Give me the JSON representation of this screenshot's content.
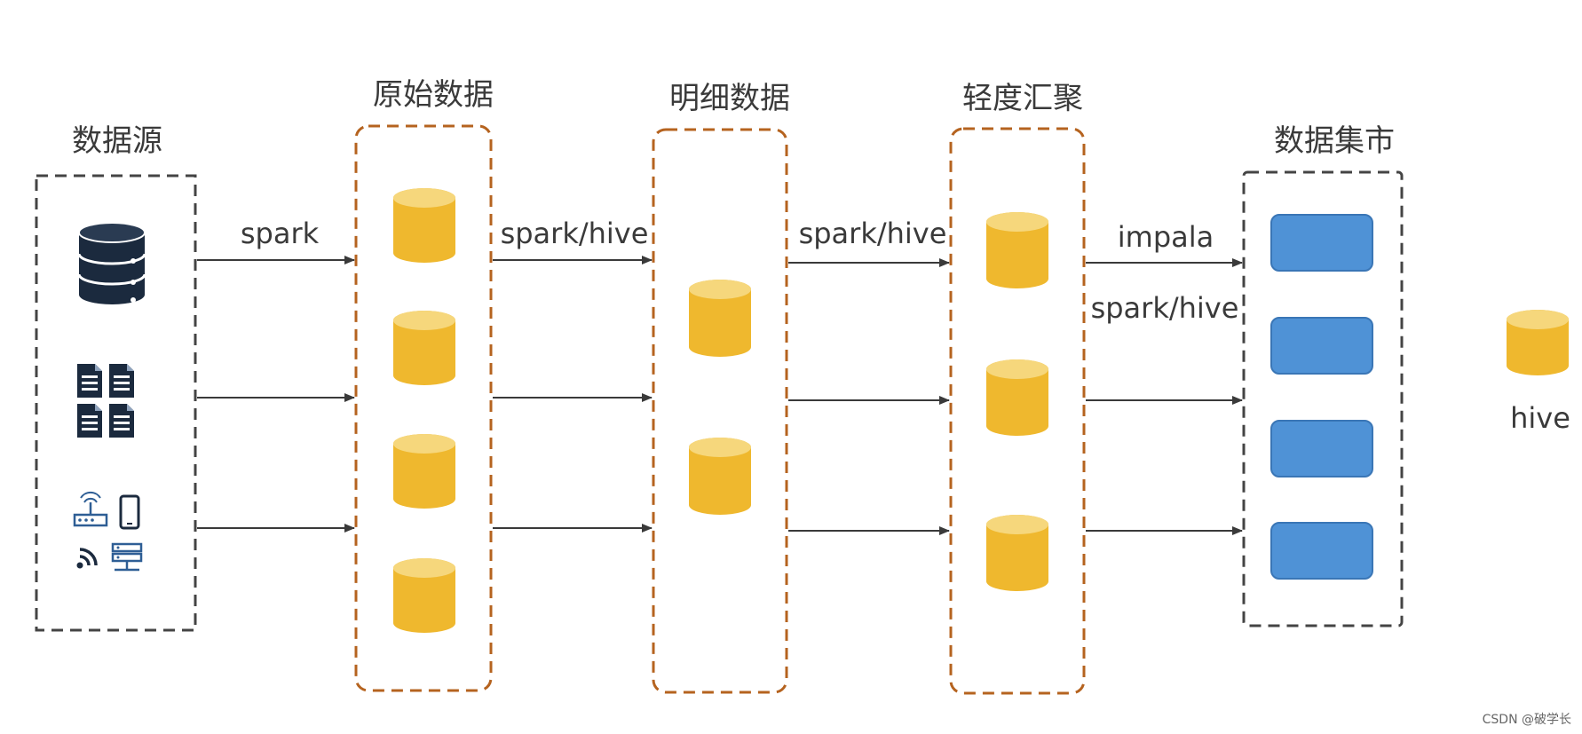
{
  "colors": {
    "cylinder_body": "#EFB82E",
    "cylinder_top": "#F6D77C",
    "mart_block": "#4F92D6",
    "mart_block_border": "#3A76B6",
    "source_border": "#444444",
    "stage_border": "#B5631F",
    "arrow": "#3A3A3A",
    "icon_dark": "#1B2A3E",
    "icon_blue": "#2E5E95"
  },
  "stages": {
    "source": {
      "title": "数据源"
    },
    "raw": {
      "title": "原始数据"
    },
    "detail": {
      "title": "明细数据"
    },
    "light": {
      "title": "轻度汇聚"
    },
    "mart": {
      "title": "数据集市"
    }
  },
  "edges": {
    "source_to_raw": "spark",
    "raw_to_detail": "spark/hive",
    "detail_to_light": "spark/hive",
    "light_to_mart_1": "impala",
    "light_to_mart_2": "spark/hive"
  },
  "legend": {
    "label": "hive",
    "icon": "database-cylinder-icon"
  },
  "icons": {
    "database_server": "database-server-icon",
    "documents": "document-icon",
    "devices": [
      "router-icon",
      "mobile-phone-icon",
      "wifi-signal-icon",
      "server-network-icon"
    ]
  },
  "watermark": "CSDN @破学长"
}
